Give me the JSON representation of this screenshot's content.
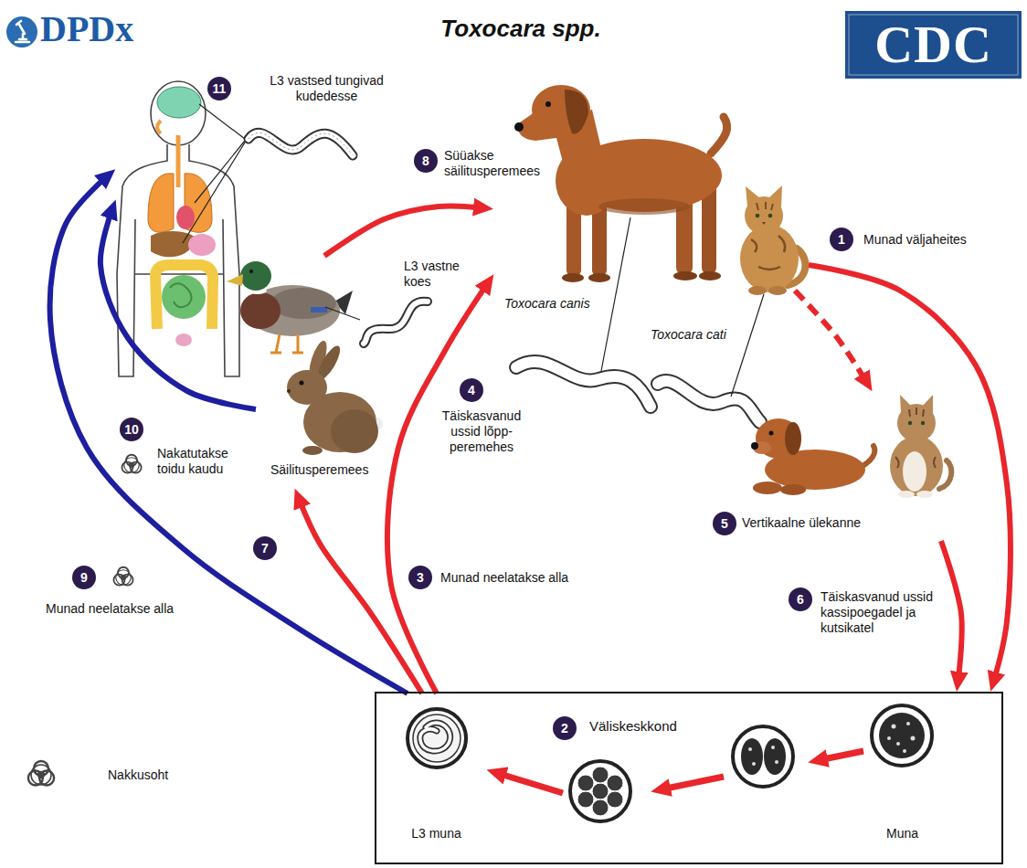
{
  "diagram": {
    "title": "Toxocara spp.",
    "nodes": [
      {
        "text": [
          "L3 vastsed tungivad kudedesse"
        ]
      },
      {
        "text": [
          "Toxocara canis",
          "Toxocara cati"
        ]
      },
      {
        "text": [
          "L3 vastne koes",
          "Säilitusperemees"
        ]
      },
      {
        "text": [
          "Vertikaalne ülekanne"
        ]
      },
      {
        "text": [
          "Väliskeskkond"
        ]
      },
      {
        "text": [
          "L3 muna"
        ],
        "in": 4
      },
      {
        "text": [
          "Muna"
        ],
        "in": 4
      }
    ],
    "edges": [
      {
        "from": 1,
        "to": 4,
        "arrow": "to",
        "label": "Munad väljaheites"
      },
      {
        "from": 1,
        "to": 3,
        "arrow": "to"
      },
      {
        "from": 3,
        "to": 4,
        "arrow": "to",
        "label": "Täiskasvanud ussid kassipoegadel ja kutsikatel"
      },
      {
        "from": 5,
        "to": 1,
        "arrow": "to",
        "label": "Munad neelatakse alla"
      },
      {
        "from": 5,
        "to": 2,
        "arrow": "to"
      },
      {
        "from": 2,
        "to": 1,
        "arrow": "to",
        "label": "Süüakse säilitusperemees"
      },
      {
        "from": 5,
        "to": 0,
        "arrow": "to",
        "label": "Munad neelatakse alla"
      },
      {
        "from": 2,
        "to": 0,
        "arrow": "to",
        "label": "Nakatutakse toidu kaudu"
      }
    ],
    "labels": [
      "DPDx",
      "CDC",
      "1",
      "2",
      "3",
      "4",
      "5",
      "6",
      "7",
      "8",
      "9",
      "10",
      "11",
      "Täiskasvanud ussid lõpp-peremehes"
    ],
    "legend": [
      {
        "text": "Nakkusoht"
      }
    ]
  }
}
